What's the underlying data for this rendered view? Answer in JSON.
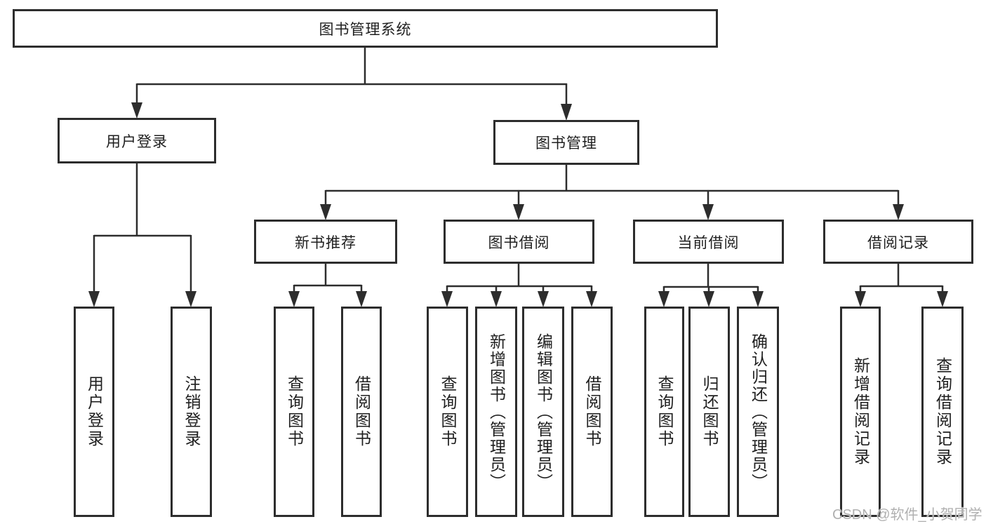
{
  "diagram": {
    "root": "图书管理系统",
    "level2": {
      "user_login": {
        "label": "用户登录",
        "leaves": [
          "用户登录",
          "注销登录"
        ]
      },
      "book_mgmt": {
        "label": "图书管理",
        "sections": {
          "new_book_rec": {
            "label": "新书推荐",
            "leaves": [
              "查询图书",
              "借阅图书"
            ]
          },
          "book_borrow": {
            "label": "图书借阅",
            "leaves": [
              "查询图书",
              "新增图书（管理员）",
              "编辑图书（管理员）",
              "借阅图书"
            ]
          },
          "current_borrow": {
            "label": "当前借阅",
            "leaves": [
              "查询图书",
              "归还图书",
              "确认归还（管理员）"
            ]
          },
          "borrow_records": {
            "label": "借阅记录",
            "leaves": [
              "新增借阅记录",
              "查询借阅记录"
            ]
          }
        }
      }
    }
  },
  "watermark": "CSDN @软件_小贺同学",
  "colors": {
    "line": "#2d2d2d",
    "box_border": "#2d2d2d",
    "text": "#1f1f1f",
    "watermark": "#b0b0b0",
    "background": "#ffffff"
  }
}
